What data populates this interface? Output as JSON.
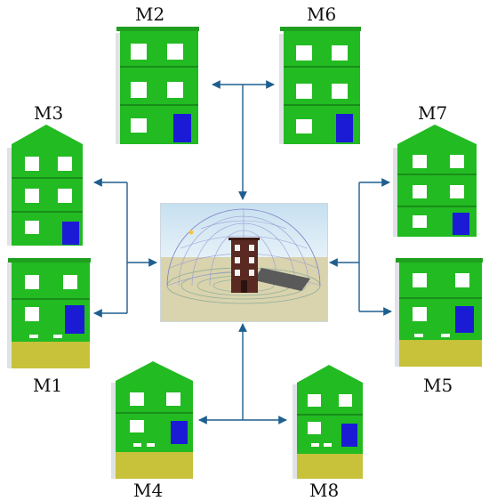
{
  "labels": {
    "m1": "M1",
    "m2": "M2",
    "m3": "M3",
    "m4": "M4",
    "m5": "M5",
    "m6": "M6",
    "m7": "M7",
    "m8": "M8"
  },
  "colors": {
    "facade": "#22bb22",
    "window": "#ffffff",
    "door": "#1b1bd6",
    "ground": "#c7c23a",
    "arrow": "#1f5f8f",
    "central_building": "#5a2a22",
    "shadow": "#5a5a5a"
  }
}
